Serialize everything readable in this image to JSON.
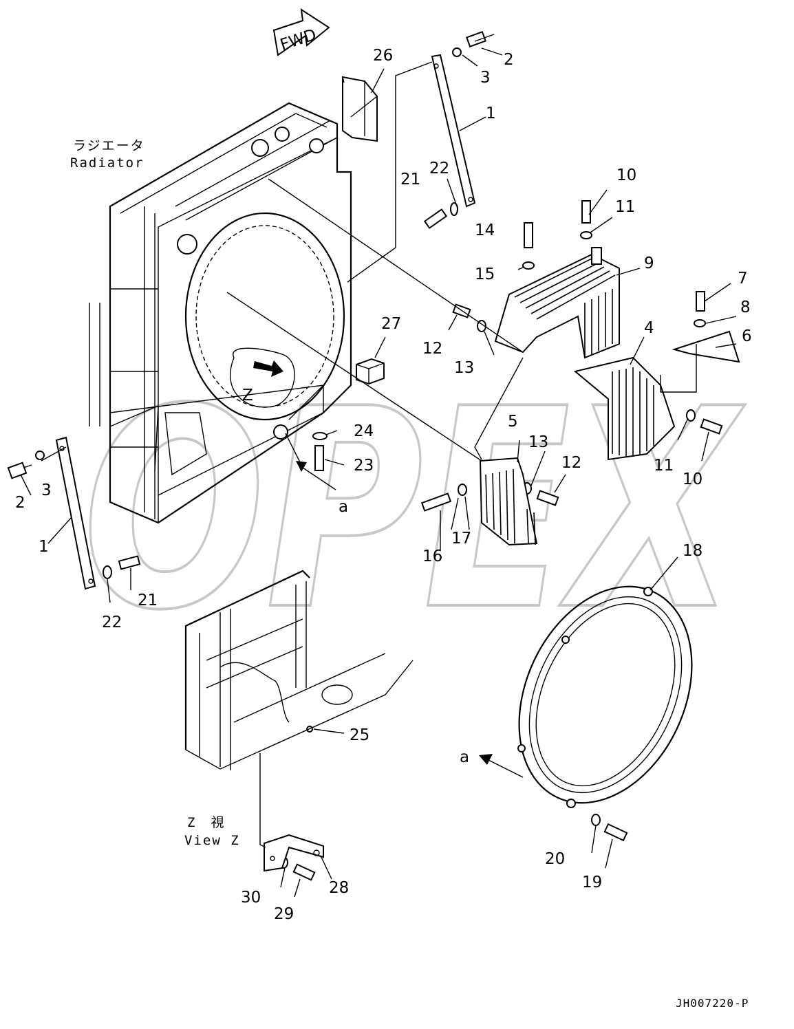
{
  "fwd_label": "FWD",
  "radiator_label_jp": "ラジエータ",
  "radiator_label_en": "Radiator",
  "view_z_label_jp": "Z　視",
  "view_z_label_en": "View Z",
  "z_marker": "Z",
  "arrow_a_label": "a",
  "drawing_ref": "JH007220-P",
  "watermark": "OPEX",
  "callouts": {
    "c1a": "1",
    "c1b": "1",
    "c2a": "2",
    "c2b": "2",
    "c3a": "3",
    "c3b": "3",
    "c4": "4",
    "c5": "5",
    "c6": "6",
    "c7": "7",
    "c8": "8",
    "c9": "9",
    "c10a": "10",
    "c10b": "10",
    "c11a": "11",
    "c11b": "11",
    "c12a": "12",
    "c12b": "12",
    "c13a": "13",
    "c13b": "13",
    "c14": "14",
    "c15": "15",
    "c16": "16",
    "c17": "17",
    "c18": "18",
    "c19": "19",
    "c20": "20",
    "c21a": "21",
    "c21b": "21",
    "c22a": "22",
    "c22b": "22",
    "c23": "23",
    "c24": "24",
    "c25": "25",
    "c26": "26",
    "c27": "27",
    "c28": "28",
    "c29": "29",
    "c30": "30"
  }
}
